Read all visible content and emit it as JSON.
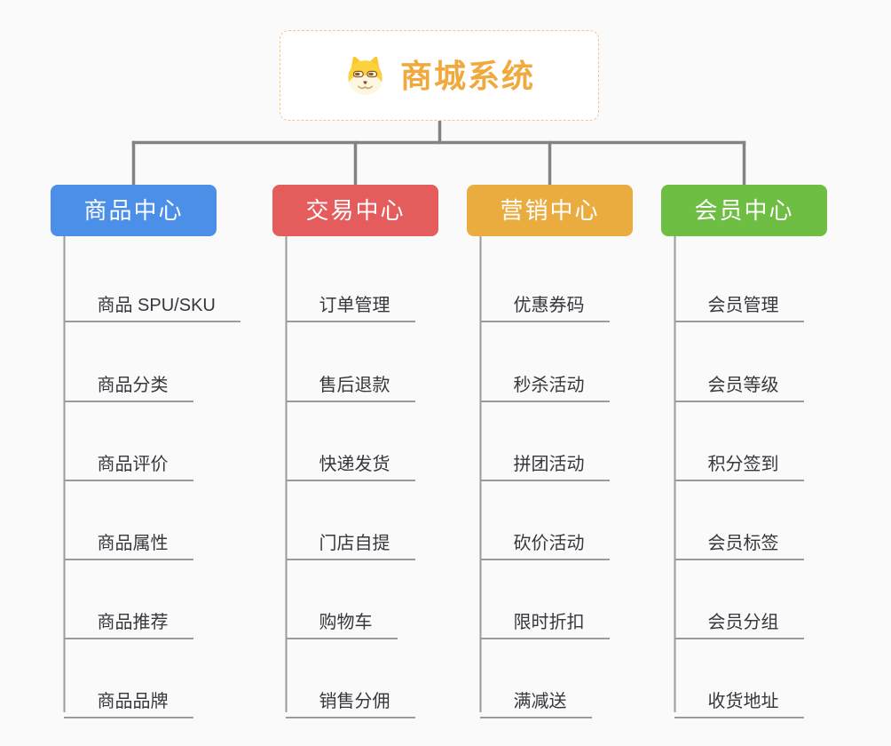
{
  "root": {
    "title": "商城系统",
    "icon": "dog-face-icon",
    "title_color": "#f0a93c",
    "border_color": "#f3c87e"
  },
  "branches": [
    {
      "label": "商品中心",
      "color": "#4b8fe8",
      "items": [
        "商品 SPU/SKU",
        "商品分类",
        "商品评价",
        "商品属性",
        "商品推荐",
        "商品品牌"
      ]
    },
    {
      "label": "交易中心",
      "color": "#e45c5c",
      "items": [
        "订单管理",
        "售后退款",
        "快递发货",
        "门店自提",
        "购物车",
        "销售分佣"
      ]
    },
    {
      "label": "营销中心",
      "color": "#ebac3f",
      "items": [
        "优惠券码",
        "秒杀活动",
        "拼团活动",
        "砍价活动",
        "限时折扣",
        "满减送"
      ]
    },
    {
      "label": "会员中心",
      "color": "#6fbe44",
      "items": [
        "会员管理",
        "会员等级",
        "积分签到",
        "会员标签",
        "会员分组",
        "收货地址"
      ]
    }
  ],
  "style": {
    "background": "#fafafa",
    "connector_color": "#838383",
    "leaf_line_color": "#9b9b9b",
    "leaf_text_color": "#35373c"
  }
}
